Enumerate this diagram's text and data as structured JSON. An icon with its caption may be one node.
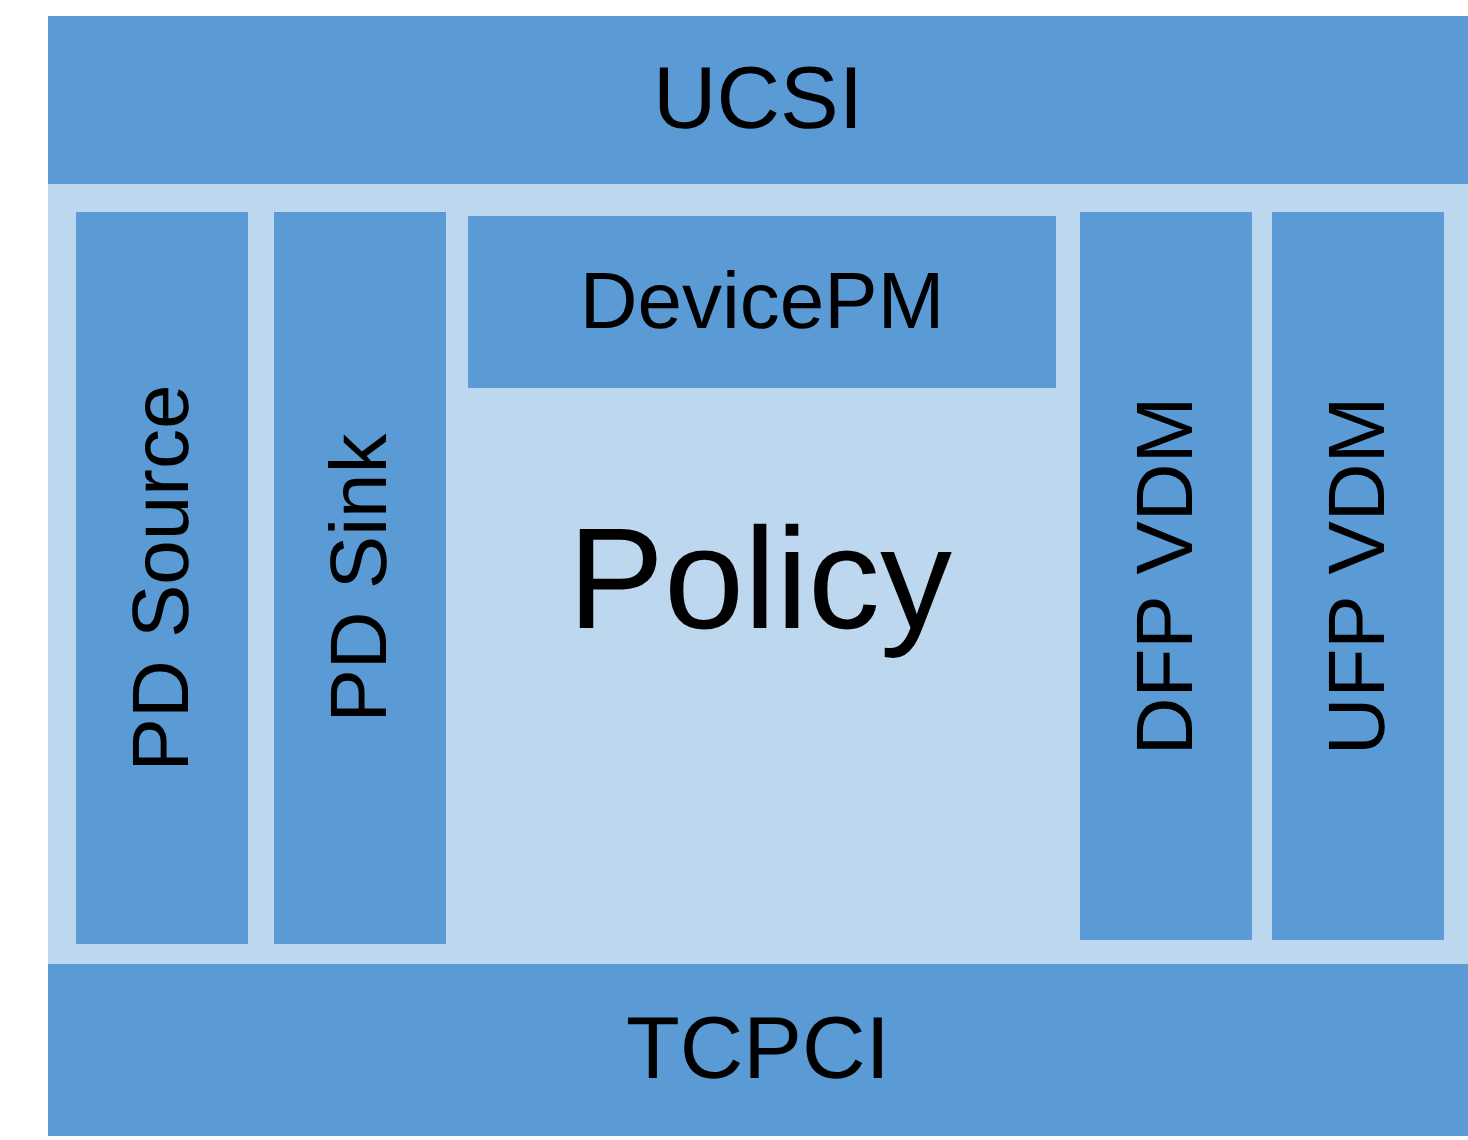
{
  "diagram": {
    "nodes": [
      {
        "text": [
          "UCSI"
        ]
      },
      {
        "text": [
          "Policy"
        ]
      },
      {
        "text": [
          "PD Source"
        ],
        "in": 1
      },
      {
        "text": [
          "PD Sink"
        ],
        "in": 1
      },
      {
        "text": [
          "DevicePM"
        ],
        "in": 1
      },
      {
        "text": [
          "DFP VDM"
        ],
        "in": 1
      },
      {
        "text": [
          "UFP VDM"
        ],
        "in": 1
      },
      {
        "text": [
          "TCPCI"
        ]
      }
    ],
    "edges": []
  }
}
